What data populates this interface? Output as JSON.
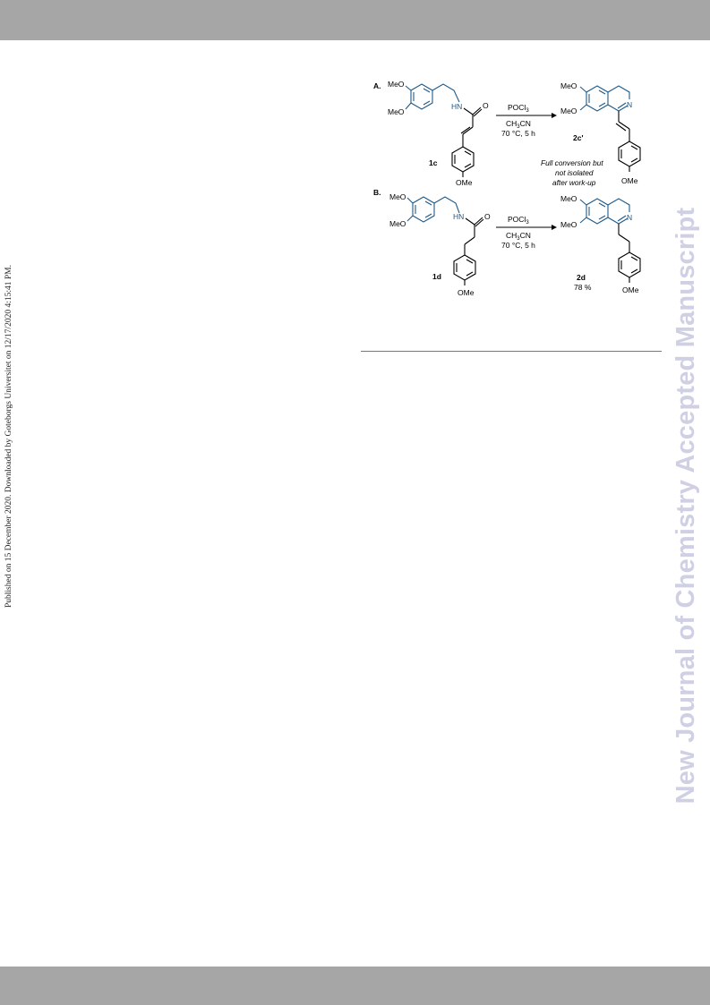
{
  "header": {
    "bar_color": "#a6a6a6"
  },
  "footer": {
    "bar_color": "#a6a6a6"
  },
  "side_note": "Published on 15 December 2020. Downloaded by Goteborgs Universitet on 12/17/2020 4:15:41 PM.",
  "watermark": "New Journal of Chemistry Accepted Manuscript",
  "scheme": {
    "accent_color": "#1e5a8a",
    "panel_a": {
      "label": "A.",
      "substituent_top": "MeO",
      "substituent_bottom": "MeO",
      "amide_nh": "HN",
      "carbonyl_o": "O",
      "reactant_id": "1c",
      "reactant_ome": "OMe",
      "reagent": "POCl",
      "reagent_sub": "3",
      "solvent": "CH",
      "solvent_sub": "3",
      "solvent_rest": "CN",
      "conditions": "70 °C, 5 h",
      "product_ome_top": "MeO",
      "product_ome_bottom": "MeO",
      "product_n": "N",
      "product_id": "2c'",
      "note_line1": "Full conversion but",
      "note_line2": "not isolated",
      "note_line3": "after work-up",
      "product_ome": "OMe"
    },
    "panel_b": {
      "label": "B.",
      "substituent_top": "MeO",
      "substituent_bottom": "MeO",
      "amide_nh": "HN",
      "carbonyl_o": "O",
      "reactant_id": "1d",
      "reactant_ome": "OMe",
      "reagent": "POCl",
      "reagent_sub": "3",
      "solvent": "CH",
      "solvent_sub": "3",
      "solvent_rest": "CN",
      "conditions": "70 °C, 5 h",
      "product_ome_top": "MeO",
      "product_ome_bottom": "MeO",
      "product_n": "N",
      "product_id": "2d",
      "product_yield": "78 %",
      "product_ome": "OMe"
    }
  }
}
